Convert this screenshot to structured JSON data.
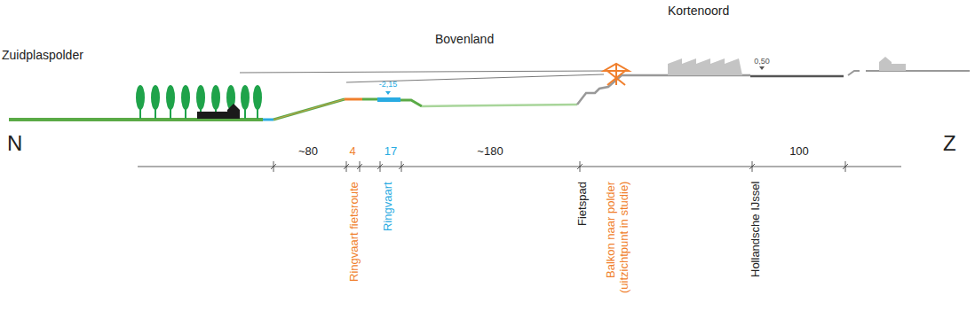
{
  "diagram": {
    "labels": [
      "Kortenoord",
      "Bovenland",
      "Zuidplaspolder",
      "N",
      "Z",
      "-2,15",
      "0,50",
      "~80",
      "4",
      "17",
      "~180",
      "100",
      "Ringvaart fietsroute",
      "Ringvaart",
      "Fietspad",
      "Balkon naar polder",
      "(uitzichtpunt in studie)",
      "Hollandsche IJssel"
    ]
  }
}
